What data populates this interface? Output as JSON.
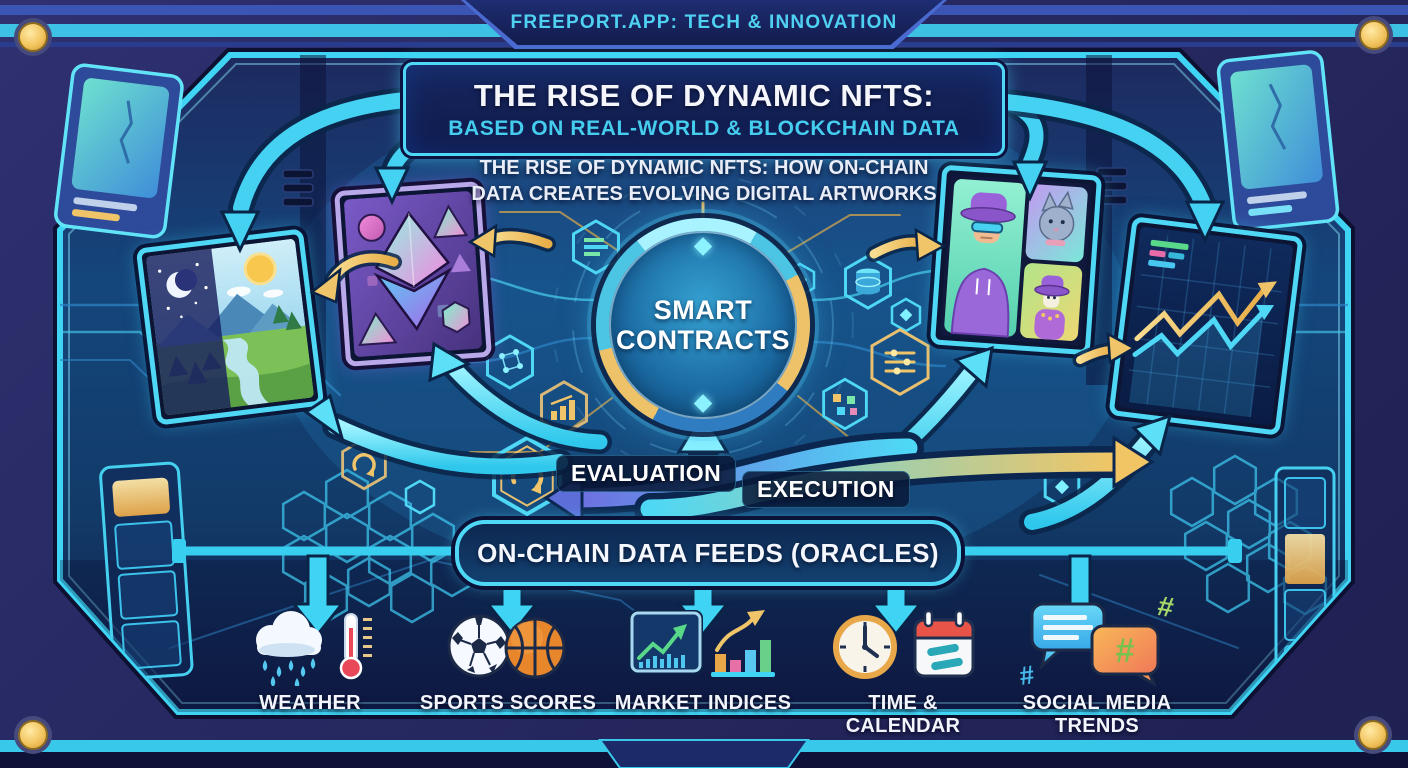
{
  "top_banner": {
    "label": "FREEPORT.APP: TECH & INNOVATION"
  },
  "title_box": {
    "line1": "THE RISE OF DYNAMIC NFTS:",
    "line2": "BASED ON REAL-WORLD & BLOCKCHAIN DATA"
  },
  "subtitle": {
    "line1": "THE RISE OF DYNAMIC NFTS: HOW ON-CHAIN",
    "line2": "DATA CREATES EVOLVING DIGITAL ARTWORKS"
  },
  "center_node": {
    "line1": "SMART",
    "line2": "CONTRACTS"
  },
  "process_labels": {
    "evaluation": "EVALUATION",
    "execution": "EXECUTION"
  },
  "oracle_banner": {
    "label": "ON-CHAIN DATA FEEDS (ORACLES)"
  },
  "data_feeds": [
    {
      "label": "WEATHER",
      "icon": "rain-cloud-and-thermometer"
    },
    {
      "label": "SPORTS SCORES",
      "icon": "soccer-ball-and-basketball"
    },
    {
      "label": "MARKET INDICES",
      "icon": "stock-chart-and-bar-graph"
    },
    {
      "label": "TIME & CALENDAR",
      "icon": "clock-and-calendar"
    },
    {
      "label": "SOCIAL MEDIA TRENDS",
      "icon": "chat-bubbles-with-hashtags"
    }
  ],
  "nft_panels": [
    {
      "name": "day-night-landscape-artwork"
    },
    {
      "name": "geometric-ethereum-artwork"
    },
    {
      "name": "avatar-collection-artwork"
    },
    {
      "name": "rising-market-chart-artwork"
    }
  ],
  "glyphs": {
    "hashtag": "#"
  },
  "colors": {
    "neon_cyan": "#3fd4f4",
    "gold": "#f0c468",
    "navy": "#0e1a44",
    "purple_frame": "#272963"
  }
}
